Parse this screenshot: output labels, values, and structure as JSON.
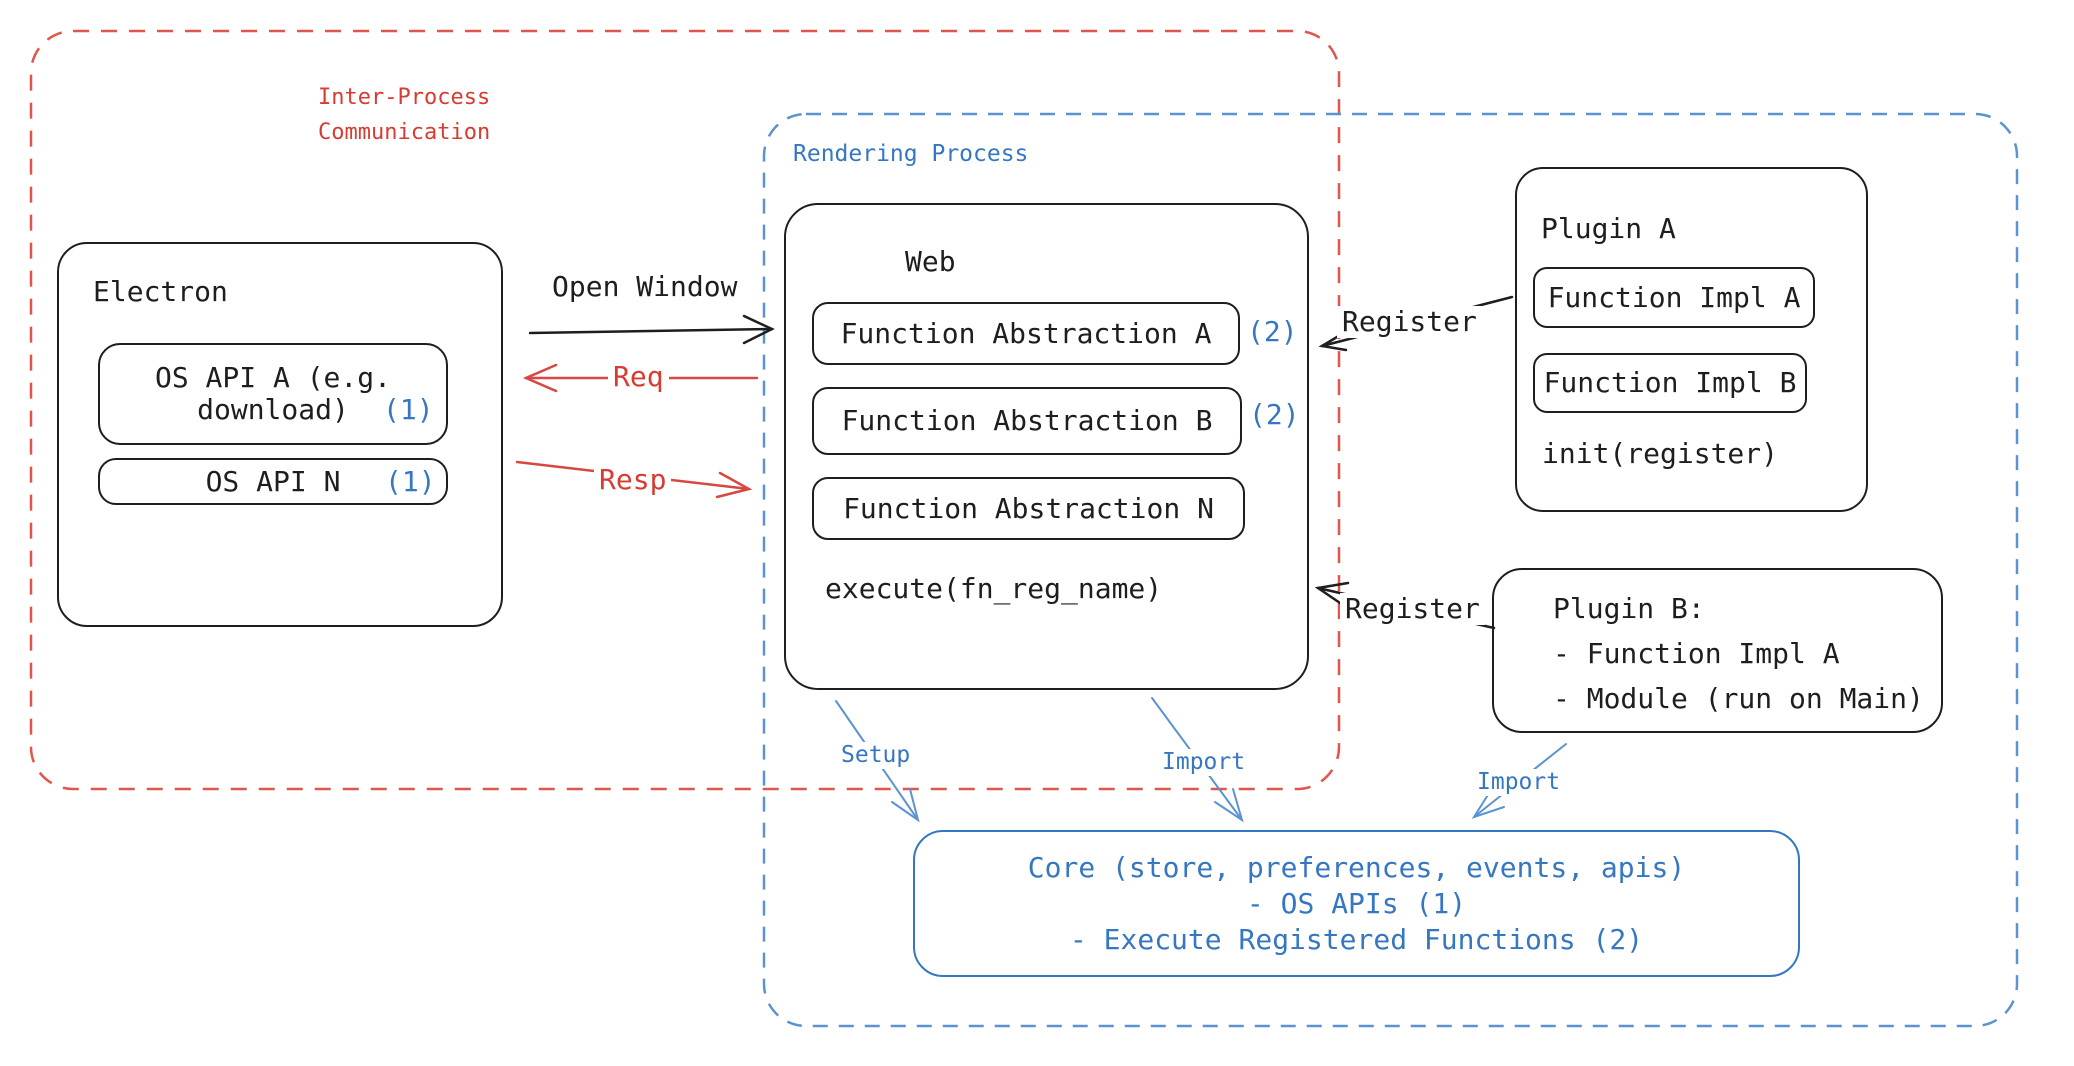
{
  "regions": {
    "ipc": {
      "label": [
        "Inter-Process",
        "Communication"
      ]
    },
    "rendering": {
      "label": "Rendering Process"
    }
  },
  "electron": {
    "title": "Electron",
    "os_api_a": {
      "line1": "OS API A (e.g.",
      "line2": "download)",
      "badge": "(1)"
    },
    "os_api_n": {
      "label": "OS API N",
      "badge": "(1)"
    }
  },
  "web": {
    "title": "Web",
    "fn_a": {
      "label": "Function Abstraction A",
      "badge": "(2)"
    },
    "fn_b": {
      "label": "Function Abstraction B",
      "badge": "(2)"
    },
    "fn_n": {
      "label": "Function Abstraction N"
    },
    "execute": "execute(fn_reg_name)"
  },
  "plugin_a": {
    "title": "Plugin A",
    "impl_a": "Function Impl A",
    "impl_b": "Function Impl B",
    "init": "init(register)"
  },
  "plugin_b": {
    "lines": [
      "Plugin B:",
      "- Function Impl A",
      "- Module (run on Main)"
    ]
  },
  "core": {
    "lines": [
      "Core (store, preferences, events, apis)",
      "- OS APIs (1)",
      "- Execute Registered Functions (2)"
    ]
  },
  "arrows": {
    "open_window": "Open Window",
    "req": "Req",
    "resp": "Resp",
    "register_top": "Register",
    "register_bottom": "Register",
    "setup": "Setup",
    "import_web": "Import",
    "import_plugin": "Import"
  },
  "colors": {
    "black": "#1e1e1e",
    "red_text": "#d63c31",
    "red_border": "#e0564a",
    "blue_text": "#3577c1",
    "blue_border": "#5b93d0",
    "background": "#ffffff"
  }
}
